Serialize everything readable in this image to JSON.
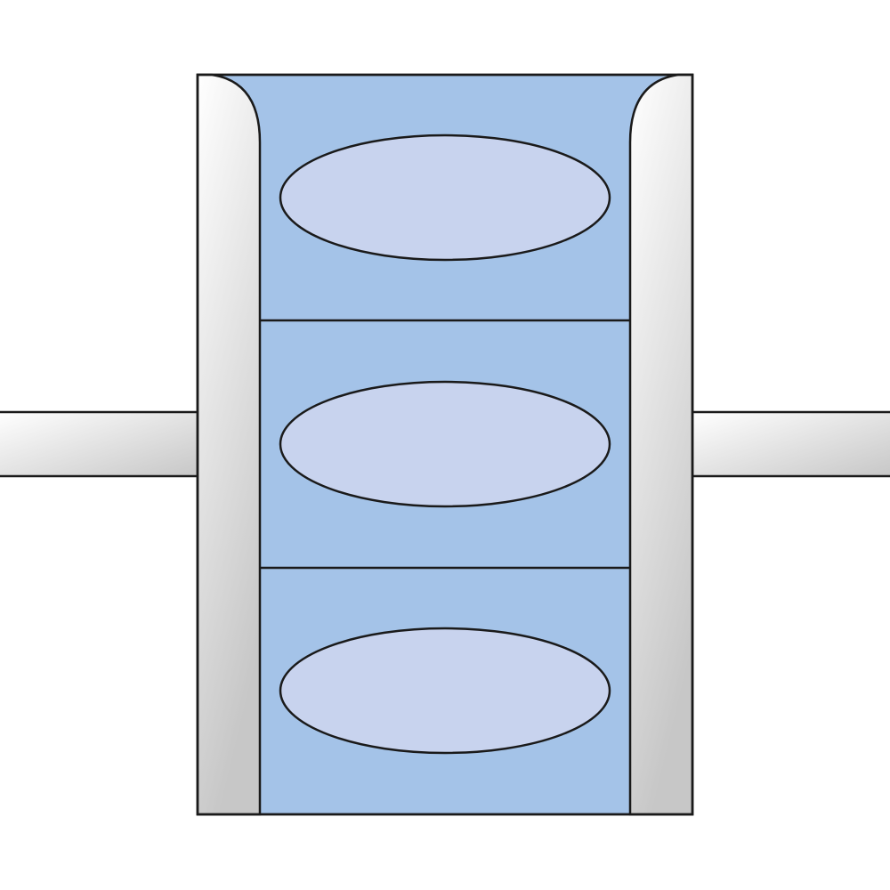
{
  "colors": {
    "background": "#ffffff",
    "outline": "#1a1a1a",
    "compartment_fill": "#a4c3e8",
    "ellipse_fill": "#c8d3ee",
    "frame_light": "#ffffff",
    "frame_dark": "#c7c7c7"
  },
  "compartments": [
    {
      "id": "top"
    },
    {
      "id": "middle"
    },
    {
      "id": "bottom"
    }
  ]
}
